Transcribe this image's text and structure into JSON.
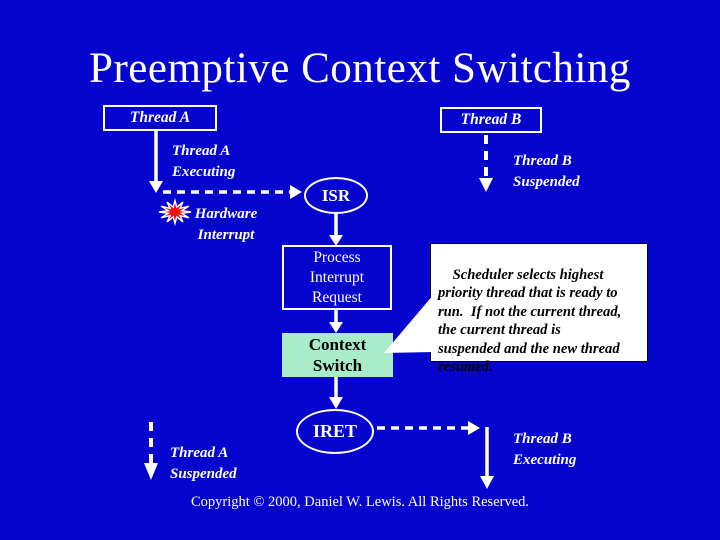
{
  "slide": {
    "title": "Preemptive Context Switching",
    "copyright": "Copyright © 2000, Daniel W. Lewis.  All Rights Reserved."
  },
  "colors": {
    "background": "#0505cd",
    "text": "#ffffff",
    "context_switch_fill": "#a8ecca",
    "interrupt_burst": "#ee1111",
    "callout_background": "#ffffff",
    "callout_text": "#000000"
  },
  "nodes": {
    "thread_a": "Thread A",
    "thread_b": "Thread B",
    "isr": "ISR",
    "process_interrupt_request": "Process\nInterrupt\nRequest",
    "context_switch": "Context\nSwitch",
    "iret": "IRET"
  },
  "labels": {
    "thread_a_executing": "Thread A\nExecuting",
    "hardware_interrupt": "Hardware\nInterrupt",
    "thread_b_suspended": "Thread B\nSuspended",
    "thread_a_suspended": "Thread A\nSuspended",
    "thread_b_executing": "Thread B\nExecuting"
  },
  "callout": {
    "text": "Scheduler selects highest\npriority thread that is ready to\nrun.  If not the current thread,\nthe current thread is\nsuspended and the new thread\nresumed."
  }
}
